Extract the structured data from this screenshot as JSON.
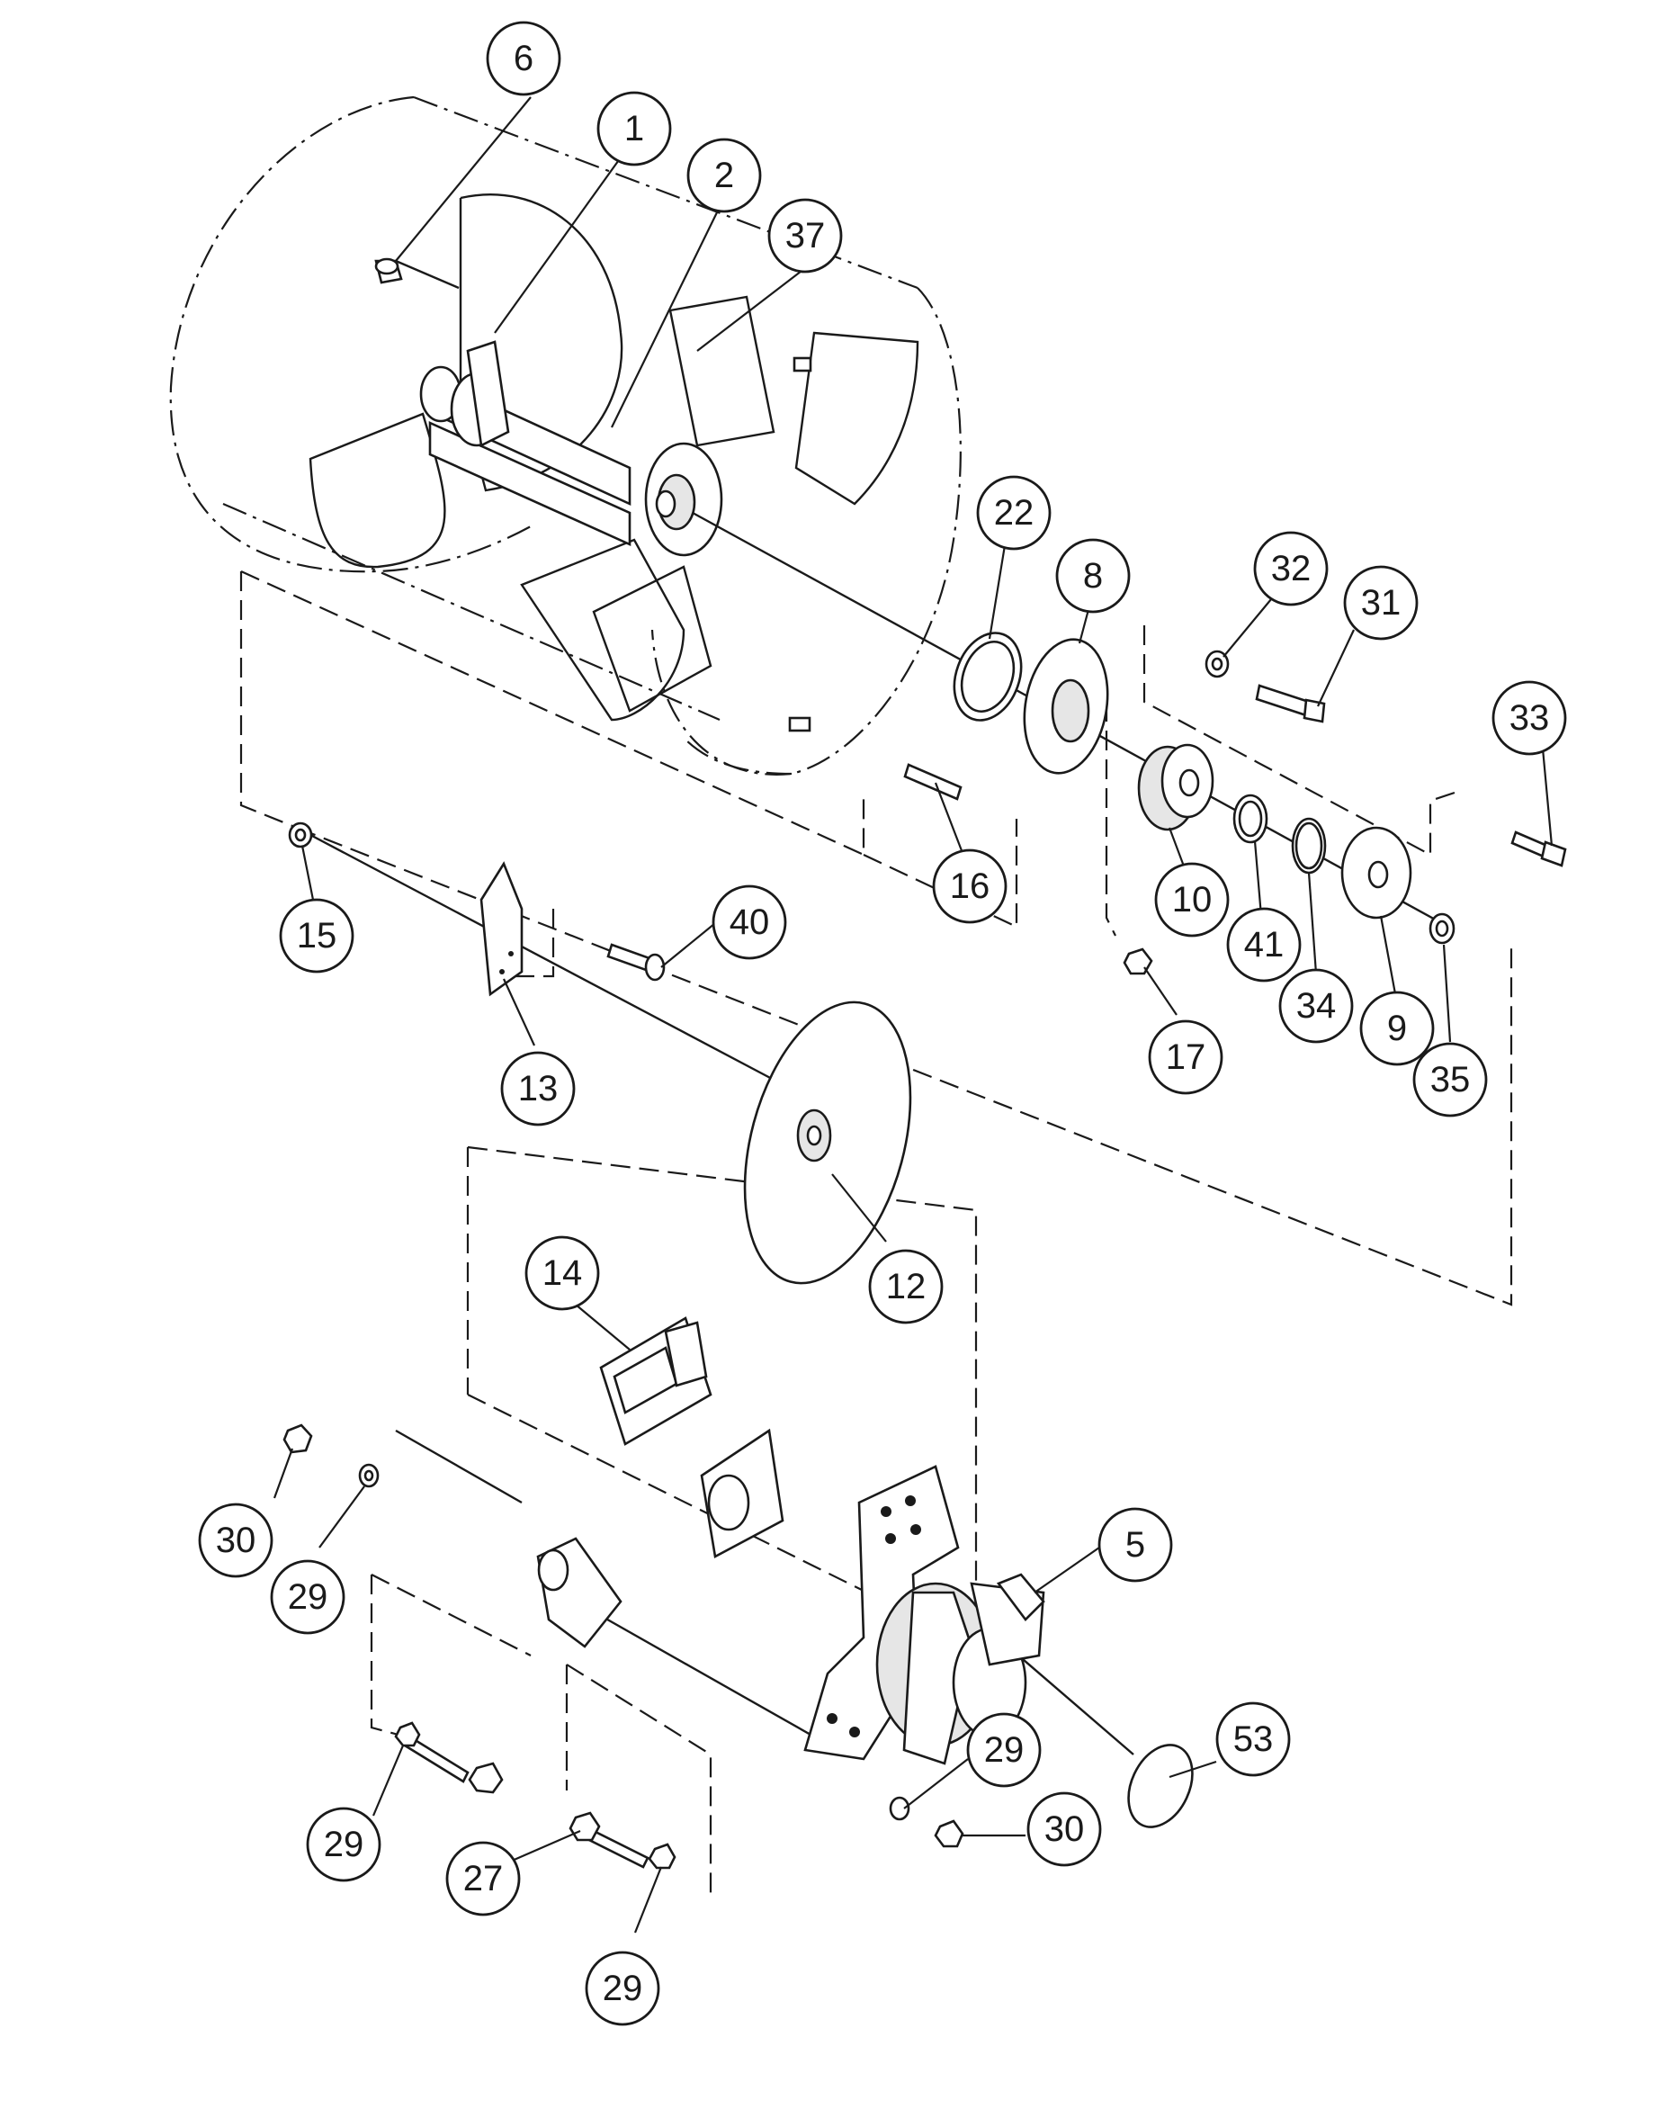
{
  "callouts": [
    {
      "id": "c6",
      "label": "6"
    },
    {
      "id": "c1",
      "label": "1"
    },
    {
      "id": "c2",
      "label": "2"
    },
    {
      "id": "c37",
      "label": "37"
    },
    {
      "id": "c22",
      "label": "22"
    },
    {
      "id": "c8",
      "label": "8"
    },
    {
      "id": "c32",
      "label": "32"
    },
    {
      "id": "c31",
      "label": "31"
    },
    {
      "id": "c33",
      "label": "33"
    },
    {
      "id": "c16",
      "label": "16"
    },
    {
      "id": "c10",
      "label": "10"
    },
    {
      "id": "c41",
      "label": "41"
    },
    {
      "id": "c34",
      "label": "34"
    },
    {
      "id": "c9",
      "label": "9"
    },
    {
      "id": "c35",
      "label": "35"
    },
    {
      "id": "c17",
      "label": "17"
    },
    {
      "id": "c15",
      "label": "15"
    },
    {
      "id": "c40",
      "label": "40"
    },
    {
      "id": "c13",
      "label": "13"
    },
    {
      "id": "c12",
      "label": "12"
    },
    {
      "id": "c14",
      "label": "14"
    },
    {
      "id": "c30a",
      "label": "30"
    },
    {
      "id": "c29a",
      "label": "29"
    },
    {
      "id": "c5",
      "label": "5"
    },
    {
      "id": "c29b",
      "label": "29"
    },
    {
      "id": "c53",
      "label": "53"
    },
    {
      "id": "c29c",
      "label": "29"
    },
    {
      "id": "c27",
      "label": "27"
    },
    {
      "id": "c30b",
      "label": "30"
    },
    {
      "id": "c29d",
      "label": "29"
    }
  ]
}
